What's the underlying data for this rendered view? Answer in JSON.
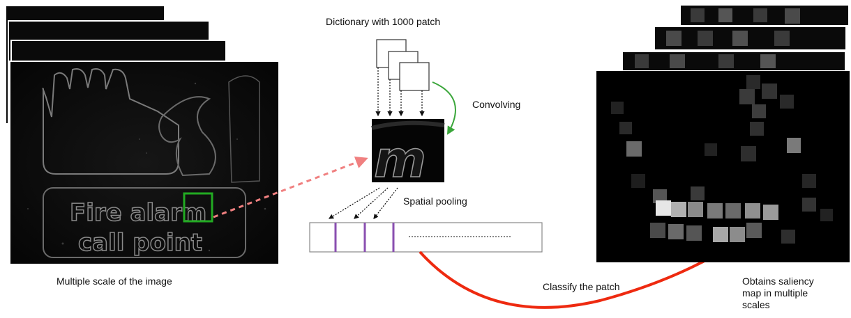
{
  "labels": {
    "dictionary": "Dictionary with 1000 patch",
    "convolving": "Convolving",
    "spatial_pooling": "Spatial pooling",
    "multiple_scale": "Multiple scale of the image",
    "classify": "Classify the patch",
    "saliency_line1": "Obtains saliency",
    "saliency_line2": "map in multiple",
    "saliency_line3": "scales"
  },
  "image_text": {
    "line1": "Fire alarm",
    "line2": "call point",
    "patch_glyph": "m"
  },
  "colors": {
    "highlight_box": "#22aa22",
    "convolve_arrow": "#3aa63a",
    "dashed_arrow": "#f08080",
    "classify_arrow": "#ee2a10",
    "pool_bars": "#8a4fb0"
  }
}
